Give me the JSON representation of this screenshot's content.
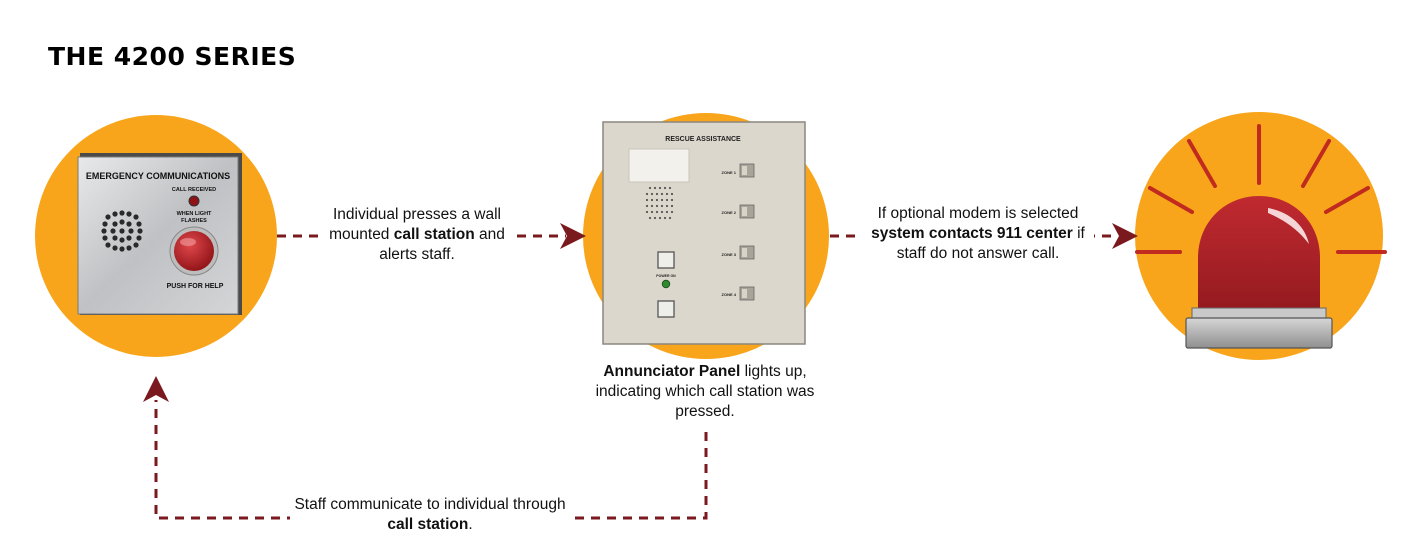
{
  "title": "THE 4200 SERIES",
  "call_station": {
    "header": "EMERGENCY COMMUNICATIONS",
    "call_received": "CALL RECEIVED",
    "when_light_1": "WHEN LIGHT",
    "when_light_2": "FLASHES",
    "push_for_help": "PUSH FOR HELP"
  },
  "panel": {
    "header": "RESCUE ASSISTANCE",
    "power_label": "POWER ON",
    "zones": [
      "ZONE 1",
      "ZONE 2",
      "ZONE 3",
      "ZONE 4"
    ]
  },
  "captions": {
    "step1": {
      "a": "Individual presses a wall mounted ",
      "b": "call station",
      "c": " and alerts staff."
    },
    "step2": {
      "a": "Annunciator Panel",
      "b": " lights up, indicating which call station was pressed."
    },
    "step3": {
      "a": "If optional modem is selected ",
      "b": "system contacts 911 center",
      "c": " if staff do not answer call."
    },
    "step4": {
      "a": "Staff communicate to individual through ",
      "b": "call station",
      "c": "."
    }
  },
  "colors": {
    "circle": "#f8a51b",
    "arrow": "#7a1a1f",
    "plate": "#c7c9cc",
    "panel": "#dcd7cc",
    "beacon": "#a81c22"
  }
}
